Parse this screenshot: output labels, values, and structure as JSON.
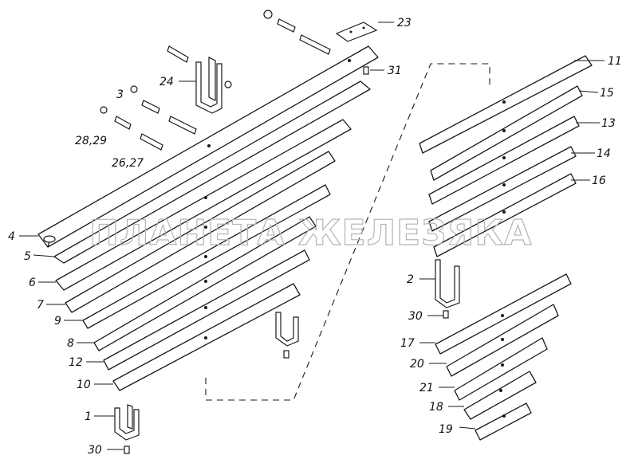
{
  "watermark": "ПЛАНЕТА ЖЕЛЕЗЯКА",
  "callouts": {
    "c1": "1",
    "c2": "2",
    "c3": "3",
    "c4": "4",
    "c5": "5",
    "c6": "6",
    "c7": "7",
    "c8": "8",
    "c9": "9",
    "c10": "10",
    "c11": "11",
    "c12": "12",
    "c13": "13",
    "c14": "14",
    "c15": "15",
    "c16": "16",
    "c17": "17",
    "c18": "18",
    "c19": "19",
    "c20": "20",
    "c21": "21",
    "c23": "23",
    "c24": "24",
    "c26_27": "26,27",
    "c28_29": "28,29",
    "c30a": "30",
    "c30b": "30",
    "c31": "31"
  }
}
